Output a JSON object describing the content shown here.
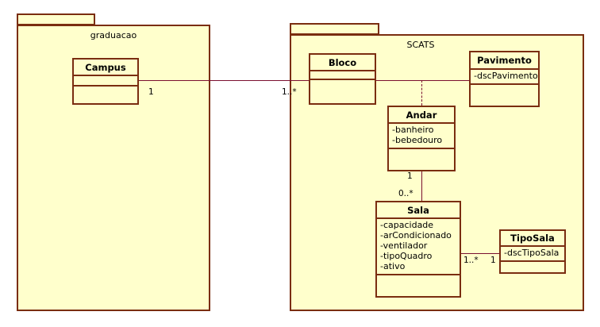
{
  "diagram": {
    "type": "uml-class-diagram",
    "background_color": "#ffffff",
    "fill_color": "#ffffcc",
    "border_color": "#7a2d10",
    "line_color": "#7a1030"
  },
  "packages": [
    {
      "name": "graduacao"
    },
    {
      "name": "SCATS"
    }
  ],
  "classes": [
    {
      "name": "Campus",
      "attributes": [],
      "operations": []
    },
    {
      "name": "Bloco",
      "attributes": [],
      "operations": []
    },
    {
      "name": "Pavimento",
      "attributes": [
        "-dscPavimento"
      ],
      "operations": []
    },
    {
      "name": "Andar",
      "attributes": [
        "-banheiro",
        "-bebedouro"
      ],
      "operations": []
    },
    {
      "name": "Sala",
      "attributes": [
        "-capacidade",
        "-arCondicionado",
        "-ventilador",
        "-tipoQuadro",
        "-ativo"
      ],
      "operations": []
    },
    {
      "name": "TipoSala",
      "attributes": [
        "-dscTipoSala"
      ],
      "operations": []
    }
  ],
  "associations": [
    {
      "id": "campus-bloco",
      "source": "Campus",
      "target": "Bloco",
      "source_multiplicity": "1",
      "target_multiplicity": "1..*"
    },
    {
      "id": "bloco-pavimento",
      "source": "Bloco",
      "target": "Pavimento",
      "source_multiplicity": "",
      "target_multiplicity": ""
    },
    {
      "id": "andar-link",
      "source": "bloco-pavimento",
      "target": "Andar",
      "style": "dashed",
      "source_multiplicity": "",
      "target_multiplicity": ""
    },
    {
      "id": "andar-sala",
      "source": "Andar",
      "target": "Sala",
      "source_multiplicity": "1",
      "target_multiplicity": "0..*"
    },
    {
      "id": "sala-tiposala",
      "source": "Sala",
      "target": "TipoSala",
      "source_multiplicity": "1..*",
      "target_multiplicity": "1"
    }
  ]
}
